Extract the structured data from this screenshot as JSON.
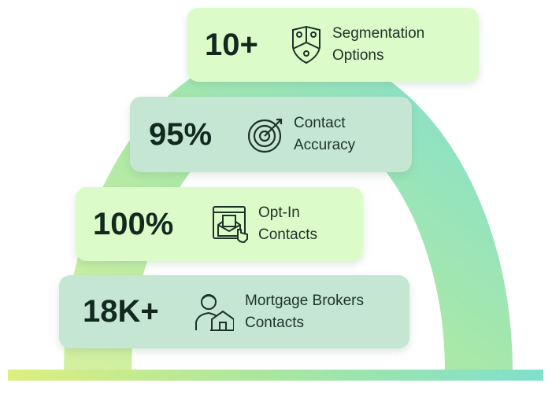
{
  "stats": [
    {
      "value": "10+",
      "line1": "Segmentation",
      "line2": "Options",
      "icon": "segmentation-shield-icon"
    },
    {
      "value": "95%",
      "line1": "Contact",
      "line2": "Accuracy",
      "icon": "target-icon"
    },
    {
      "value": "100%",
      "line1": "Opt-In",
      "line2": "Contacts",
      "icon": "email-click-icon"
    },
    {
      "value": "18K+",
      "line1": "Mortgage Brokers",
      "line2": "Contacts",
      "icon": "broker-house-icon"
    }
  ],
  "colors": {
    "card_light": "#dbfbc9",
    "card_teal": "#c4e6d3",
    "text": "#12291f",
    "ring_start": "#c9eea0",
    "ring_end": "#8fe3c6"
  }
}
